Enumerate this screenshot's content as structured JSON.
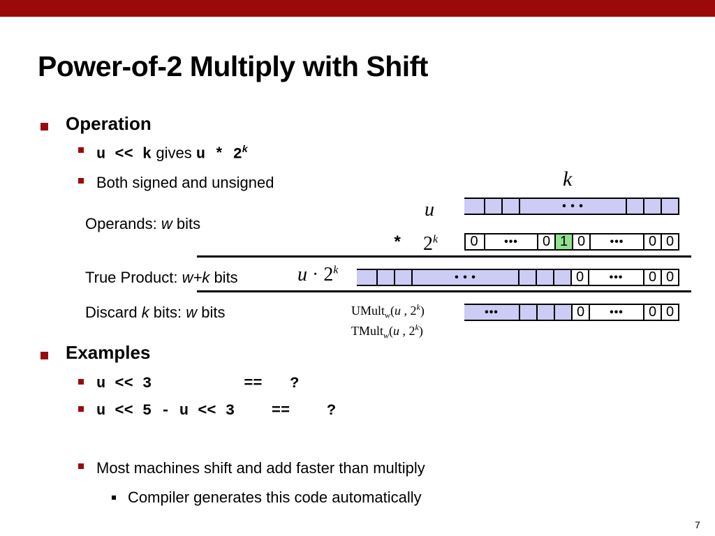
{
  "slide": {
    "title": "Power-of-2 Multiply with Shift",
    "page_number": "7",
    "accent_color": "#9b0a0a"
  },
  "bullets": {
    "operation": "Operation",
    "op_code_left": "u << k",
    "op_gives": "gives",
    "op_code_right": "u * 2",
    "op_exp": "k",
    "both": "Both signed and unsigned",
    "examples": "Examples",
    "ex1": "u << 3          ==   ?",
    "ex2": "u << 5 - u << 3    ==    ?",
    "machines": "Most machines shift and add faster than multiply",
    "compiler": "Compiler generates this code automatically"
  },
  "diagram": {
    "k_label": "k",
    "u_label": "u",
    "star": "*",
    "two": "2",
    "exp": "k",
    "operands_prefix": "Operands: ",
    "operands_w": "w",
    "operands_suffix": " bits",
    "true_prefix": "True Product: ",
    "true_wk": "w+k",
    "true_suffix": "  bits",
    "discard_prefix": "Discard ",
    "discard_k": "k",
    "discard_mid": "  bits: ",
    "discard_w": "w",
    "discard_suffix": " bits",
    "product_u": "u",
    "product_dot": " · 2",
    "umult": "UMult",
    "tmult": "TMult",
    "mult_sub": "w",
    "mult_args_a": "(",
    "mult_args_u": "u",
    "mult_args_b": " , 2",
    "mult_args_exp": "k",
    "mult_args_c": ")",
    "ellipsis": "• • •",
    "bullet_dots": "•••",
    "zero": "0",
    "one": "1",
    "cell_fill": "#ccccf5",
    "highlight_fill": "#90e090"
  }
}
